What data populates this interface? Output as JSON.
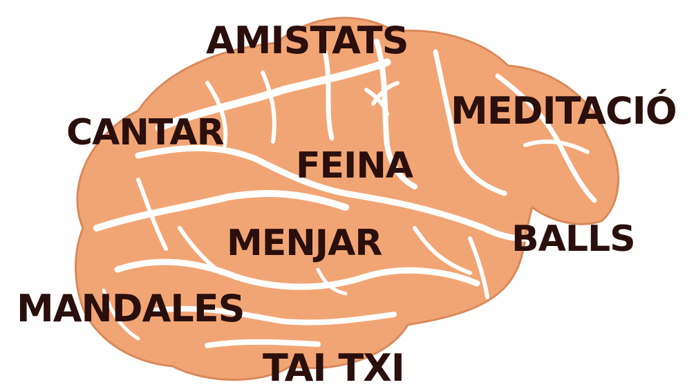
{
  "colors": {
    "brain_fill": "#f2a574",
    "brain_outline": "#d9895a",
    "sulci": "#ffffff",
    "text": "#2a0f0c",
    "background": "#ffffff"
  },
  "image": {
    "subject": "brain-illustration",
    "words": {
      "amistats": "AMISTATS",
      "meditacio": "MEDITACIÓ",
      "cantar": "CANTAR",
      "feina": "FEINA",
      "balls": "BALLS",
      "menjar": "MENJAR",
      "mandales": "MANDALES",
      "tai_txi": "TAI TXI"
    }
  }
}
